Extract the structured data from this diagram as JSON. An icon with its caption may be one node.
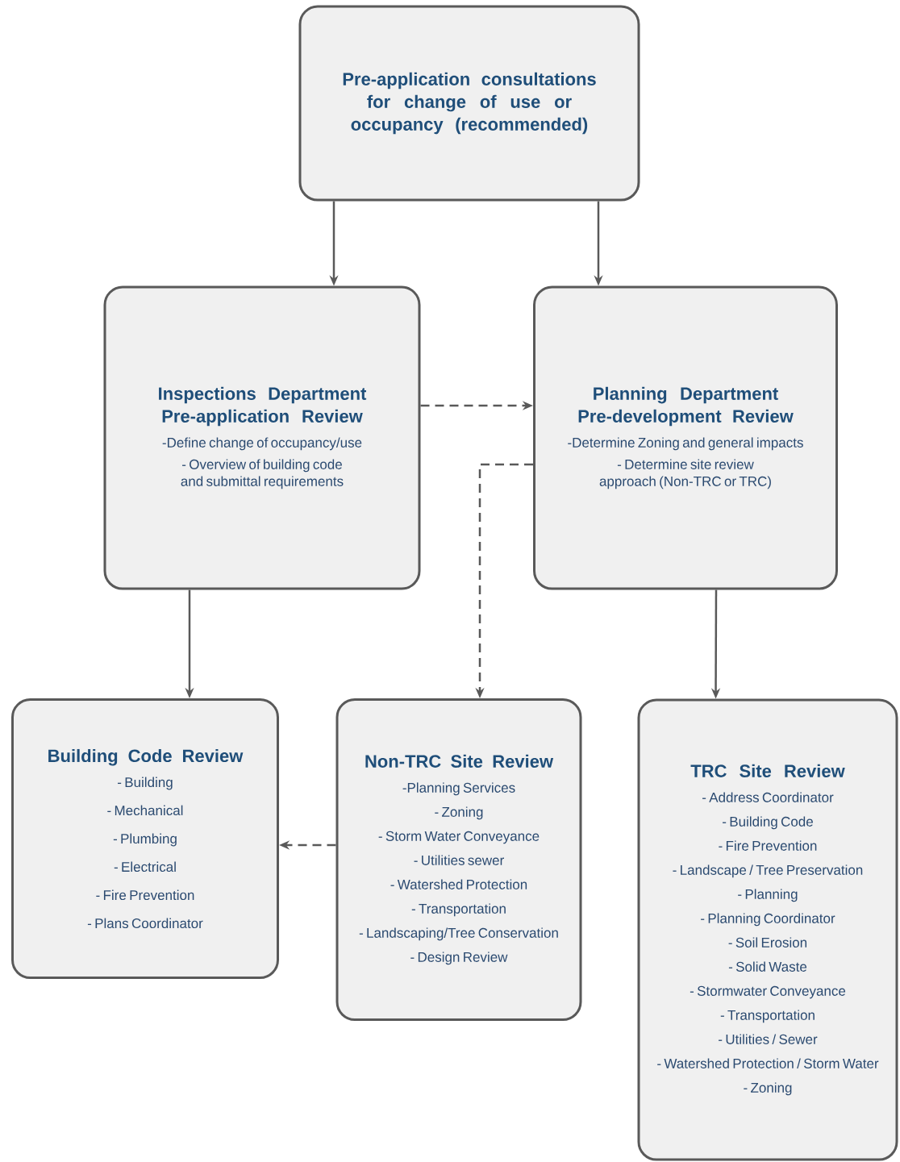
{
  "diagram": {
    "nodes": [
      {
        "text": [
          "Pre-application consultations for change of use or occupancy (recommended)"
        ]
      },
      {
        "text": [
          "Inspections Department Pre-application Review",
          "-Define change of occupancy/use",
          "- Overview of building code and submittal requirements"
        ]
      },
      {
        "text": [
          "Planning Department Pre-development Review",
          "-Determine Zoning and general impacts",
          "- Determine site review approach (Non-TRC or TRC)"
        ]
      },
      {
        "text": [
          "Building Code Review",
          "- Building",
          "- Mechanical",
          "- Plumbing",
          "- Electrical",
          "- Fire Prevention",
          "- Plans Coordinator"
        ]
      },
      {
        "text": [
          "Non-TRC Site Review",
          "-Planning Services",
          "- Zoning",
          "- Storm Water Conveyance",
          "- Utilities sewer",
          "- Watershed Protection",
          "- Transportation",
          "- Landscaping/Tree Conservation",
          "- Design Review"
        ]
      },
      {
        "text": [
          "TRC Site Review",
          "- Address Coordinator",
          "- Building Code",
          "- Fire Prevention",
          "- Landscape / Tree Preservation",
          "- Planning",
          "- Planning Coordinator",
          "- Soil Erosion",
          "- Solid Waste",
          "- Stormwater Conveyance",
          "- Transportation",
          "- Utilities / Sewer",
          "- Watershed Protection / Storm Water",
          "- Zoning"
        ]
      }
    ],
    "edges": [
      {
        "from": 0,
        "to": 1,
        "arrow": "to"
      },
      {
        "from": 0,
        "to": 2,
        "arrow": "to"
      },
      {
        "from": 1,
        "to": 2,
        "arrow": "to",
        "style": "dashed"
      },
      {
        "from": 2,
        "to": 4,
        "arrow": "to",
        "style": "dashed"
      },
      {
        "from": 1,
        "to": 3,
        "arrow": "to"
      },
      {
        "from": 2,
        "to": 5,
        "arrow": "to"
      },
      {
        "from": 4,
        "to": 3,
        "arrow": "to",
        "style": "dashed"
      }
    ]
  }
}
